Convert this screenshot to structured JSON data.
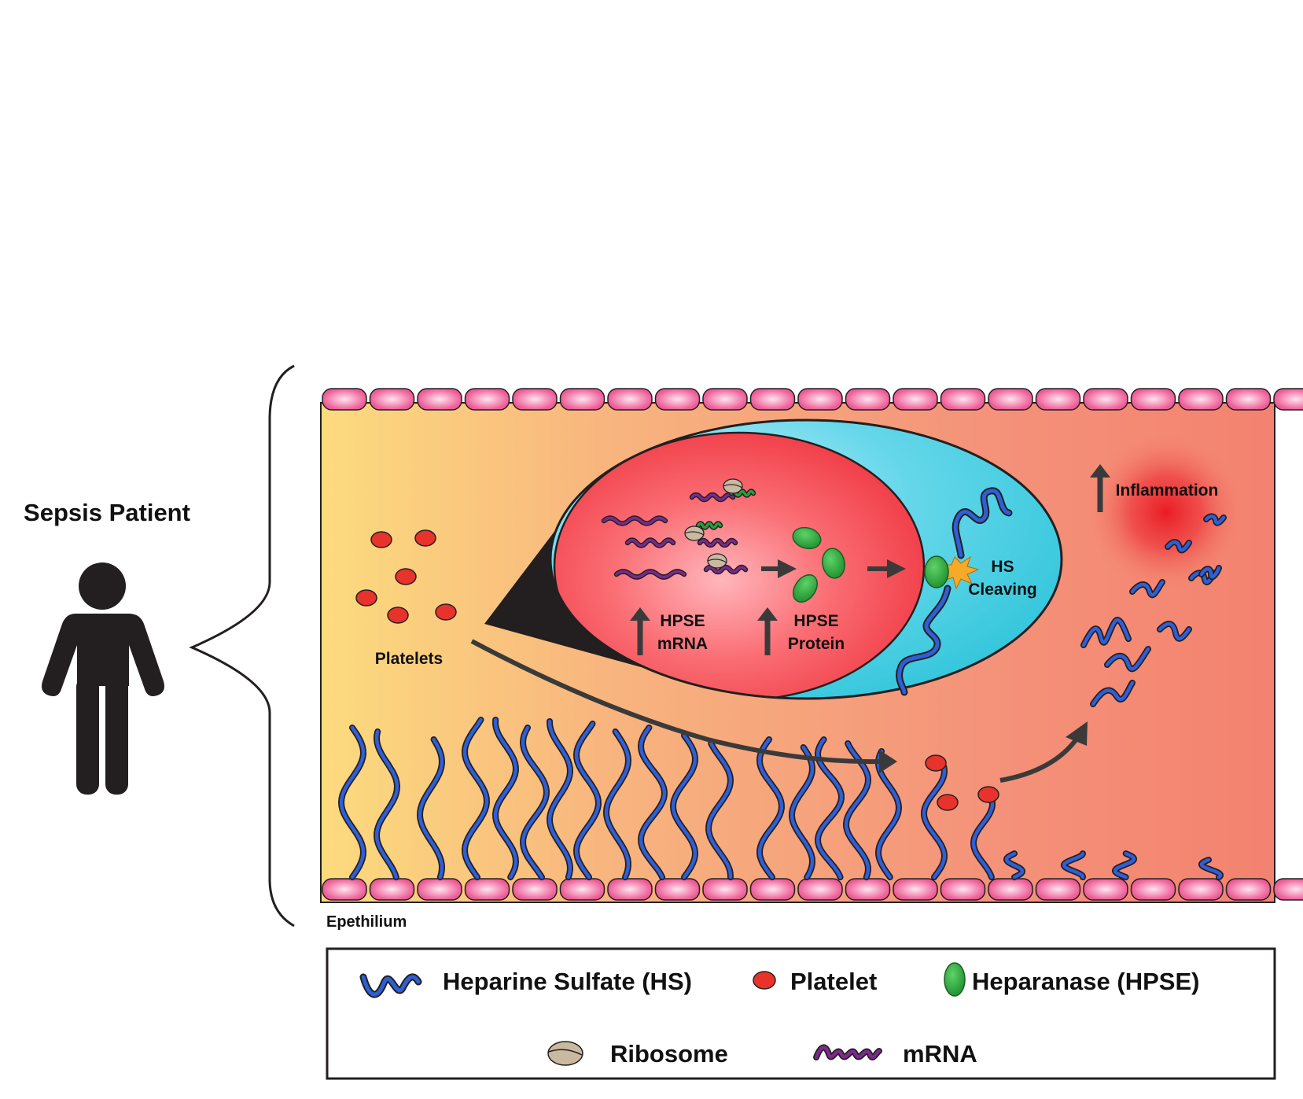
{
  "title": "Sepsis Patient",
  "labels": {
    "platelets": "Platelets",
    "hpse_mrna_line1": "HPSE",
    "hpse_mrna_line2": "mRNA",
    "hpse_protein_line1": "HPSE",
    "hpse_protein_line2": "Protein",
    "hs_cleaving_line1": "HS",
    "hs_cleaving_line2": "Cleaving",
    "inflammation": "Inflammation",
    "epithelium": "Epethilium"
  },
  "legend": {
    "hs": "Heparine Sulfate (HS)",
    "platelet": "Platelet",
    "hpse": "Heparanase (HPSE)",
    "ribosome": "Ribosome",
    "mrna": "mRNA"
  },
  "colors": {
    "hs_chain": "#2f5fd6",
    "platelet": "#e8322c",
    "heparanase": "#2a9d3a",
    "ribosome": "#c8b9a0",
    "mrna": "#7b2a8c",
    "endothelial_cell": "#f06aa0",
    "vessel_gradient_start": "#fcd97f",
    "vessel_gradient_end": "#f4826e",
    "zoom_red": "#f24a52",
    "zoom_cyan": "#3ccce0",
    "inflammation_glow": "#ea1c24"
  }
}
